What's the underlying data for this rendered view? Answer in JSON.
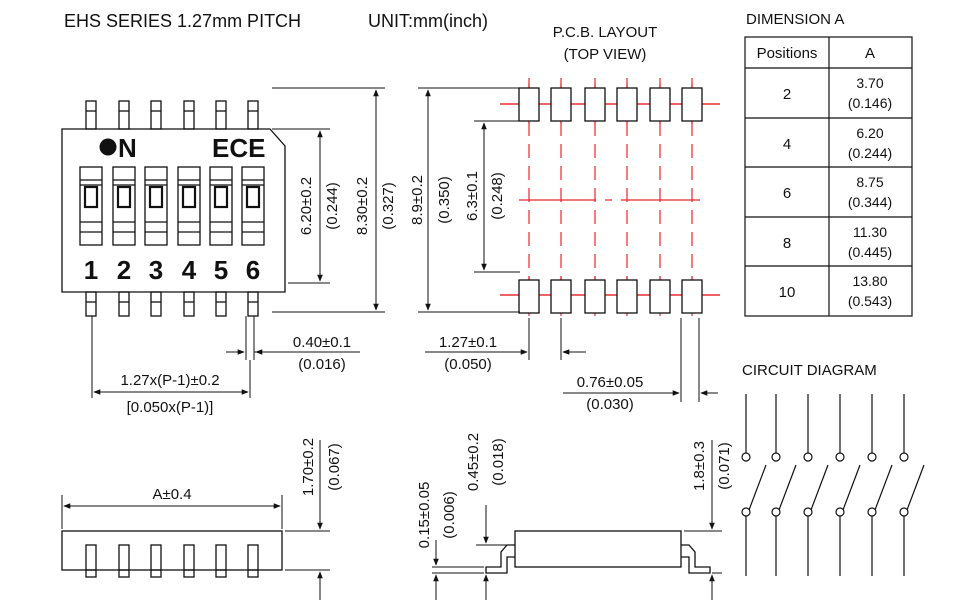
{
  "header": {
    "series": "EHS SERIES 1.27mm PITCH",
    "unit": "UNIT:mm(inch)"
  },
  "top_view": {
    "brand_on": "ON",
    "brand_ece": "ECE",
    "positions": [
      "1",
      "2",
      "3",
      "4",
      "5",
      "6"
    ],
    "dim_height_mm": "6.20±0.2",
    "dim_height_in": "(0.244)",
    "dim_overall_mm": "8.30±0.2",
    "dim_overall_in": "(0.327)",
    "lead_width_mm": "0.40±0.1",
    "lead_width_in": "(0.016)",
    "pitch_formula_mm": "1.27x(P-1)±0.2",
    "pitch_formula_in": "[0.050x(P-1)]"
  },
  "pcb_layout": {
    "title_line1": "P.C.B. LAYOUT",
    "title_line2": "(TOP VIEW)",
    "dim_outer_mm": "8.9±0.2",
    "dim_outer_in": "(0.350)",
    "dim_inner_mm": "6.3±0.1",
    "dim_inner_in": "(0.248)",
    "pitch_mm": "1.27±0.1",
    "pitch_in": "(0.050)",
    "pad_width_mm": "0.76±0.05",
    "pad_width_in": "(0.030)"
  },
  "dimension_table": {
    "title": "DIMENSION A",
    "headers": [
      "Positions",
      "A"
    ],
    "rows": [
      {
        "positions": "2",
        "mm": "3.70",
        "inch": "(0.146)"
      },
      {
        "positions": "4",
        "mm": "6.20",
        "inch": "(0.244)"
      },
      {
        "positions": "6",
        "mm": "8.75",
        "inch": "(0.344)"
      },
      {
        "positions": "8",
        "mm": "11.30",
        "inch": "(0.445)"
      },
      {
        "positions": "10",
        "mm": "13.80",
        "inch": "(0.543)"
      }
    ]
  },
  "side_view": {
    "dim_a": "A±0.4",
    "height_mm": "1.70±0.2",
    "height_in": "(0.067)"
  },
  "end_view": {
    "lead_thk_mm": "0.15±0.05",
    "lead_thk_in": "(0.006)",
    "standoff_mm": "0.45±0.2",
    "standoff_in": "(0.018)",
    "height_mm": "1.8±0.3",
    "height_in": "(0.071)"
  },
  "circuit": {
    "title": "CIRCUIT DIAGRAM",
    "switch_count": 6
  },
  "colors": {
    "line": "#111111",
    "pcb_red": "#e8262b"
  }
}
